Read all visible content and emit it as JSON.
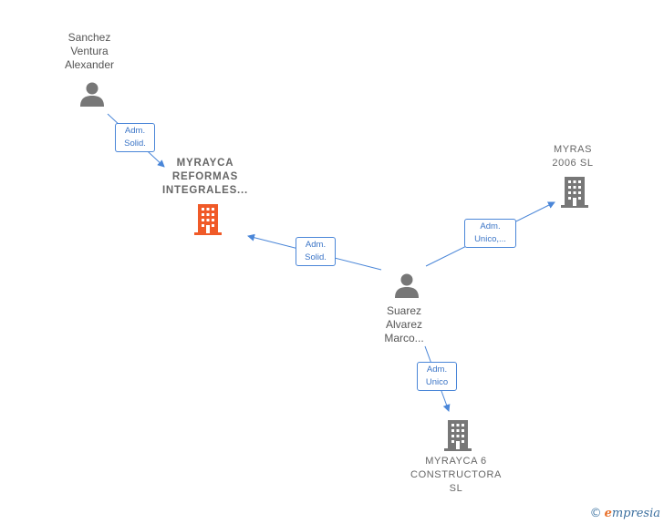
{
  "nodes": {
    "sanchez": {
      "name_lines": [
        "Sanchez",
        "Ventura",
        "Alexander"
      ],
      "kind": "person"
    },
    "myrayca_reformas": {
      "name_lines": [
        "MYRAYCA",
        "REFORMAS",
        "INTEGRALES..."
      ],
      "kind": "company",
      "highlight": true
    },
    "myras": {
      "name_lines": [
        "MYRAS",
        "2006 SL"
      ],
      "kind": "company"
    },
    "suarez": {
      "name_lines": [
        "Suarez",
        "Alvarez",
        "Marco..."
      ],
      "kind": "person"
    },
    "myrayca_constructora": {
      "name_lines": [
        "MYRAYCA 6",
        "CONSTRUCTORA",
        "SL"
      ],
      "kind": "company"
    }
  },
  "edges": [
    {
      "from": "sanchez",
      "to": "myrayca_reformas",
      "label_lines": [
        "Adm.",
        "Solid."
      ]
    },
    {
      "from": "suarez",
      "to": "myrayca_reformas",
      "label_lines": [
        "Adm.",
        "Solid."
      ]
    },
    {
      "from": "suarez",
      "to": "myras",
      "label_lines": [
        "Adm.",
        "Unico,..."
      ]
    },
    {
      "from": "suarez",
      "to": "myrayca_constructora",
      "label_lines": [
        "Adm.",
        "Unico"
      ]
    }
  ],
  "colors": {
    "edge": "#4a86d8",
    "icon_gray": "#777777",
    "icon_highlight": "#f05a28"
  },
  "brand": {
    "copyright": "©",
    "name_initial": "e",
    "name_rest": "mpresia"
  }
}
